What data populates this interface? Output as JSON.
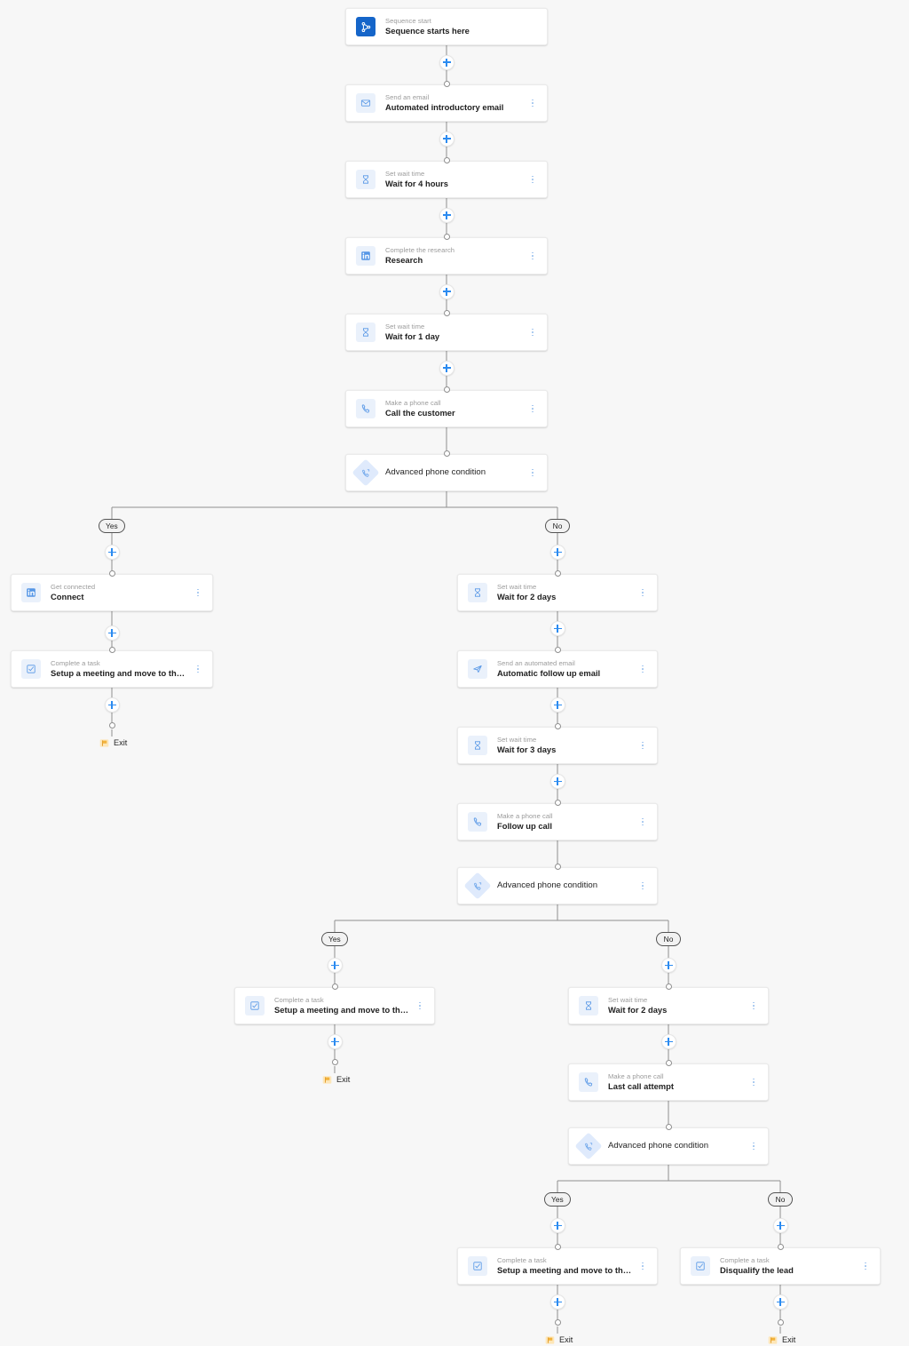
{
  "canvas": {
    "background": "#f7f7f7",
    "accent": "#2c8bf0",
    "start_tile": "#1565c9",
    "icon_tile": "#eaf1fb",
    "exit_flag": "#f2b33d",
    "edge_color": "#8f8f8f"
  },
  "nodes": [
    {
      "id": "n1",
      "kicker": "Sequence start",
      "title": "Sequence starts here",
      "icon": "sequence-start-icon",
      "kebab": false
    },
    {
      "id": "n2",
      "kicker": "Send an email",
      "title": "Automated introductory email",
      "icon": "envelope-icon",
      "kebab": true
    },
    {
      "id": "n3",
      "kicker": "Set wait time",
      "title": "Wait for 4 hours",
      "icon": "hourglass-icon",
      "kebab": true
    },
    {
      "id": "n4",
      "kicker": "Complete the research",
      "title": "Research",
      "icon": "linkedin-icon",
      "kebab": true
    },
    {
      "id": "n5",
      "kicker": "Set wait time",
      "title": "Wait for 1 day",
      "icon": "hourglass-icon",
      "kebab": true
    },
    {
      "id": "n6",
      "kicker": "Make a phone call",
      "title": "Call the customer",
      "icon": "phone-icon",
      "kebab": true
    },
    {
      "id": "n7",
      "kicker": "",
      "title": "Advanced phone condition",
      "icon": "phone-condition-icon",
      "kebab": true
    },
    {
      "id": "n8",
      "kicker": "Get connected",
      "title": "Connect",
      "icon": "linkedin-icon",
      "kebab": true
    },
    {
      "id": "n9",
      "kicker": "Complete a task",
      "title": "Setup a meeting and move to the next s…",
      "icon": "checkbox-task-icon",
      "kebab": true
    },
    {
      "id": "n10",
      "kicker": "Set wait time",
      "title": "Wait for 2 days",
      "icon": "hourglass-icon",
      "kebab": true
    },
    {
      "id": "n11",
      "kicker": "Send an automated email",
      "title": "Automatic follow up email",
      "icon": "paper-plane-icon",
      "kebab": true
    },
    {
      "id": "n12",
      "kicker": "Set wait time",
      "title": "Wait for 3 days",
      "icon": "hourglass-icon",
      "kebab": true
    },
    {
      "id": "n13",
      "kicker": "Make a phone call",
      "title": "Follow up call",
      "icon": "phone-icon",
      "kebab": true
    },
    {
      "id": "n14",
      "kicker": "",
      "title": "Advanced phone condition",
      "icon": "phone-condition-icon",
      "kebab": true
    },
    {
      "id": "n15",
      "kicker": "Complete a task",
      "title": "Setup a meeting and move to the next s…",
      "icon": "checkbox-task-icon",
      "kebab": true
    },
    {
      "id": "n16",
      "kicker": "Set wait time",
      "title": "Wait for 2 days",
      "icon": "hourglass-icon",
      "kebab": true
    },
    {
      "id": "n17",
      "kicker": "Make a phone call",
      "title": "Last call attempt",
      "icon": "phone-icon",
      "kebab": true
    },
    {
      "id": "n18",
      "kicker": "",
      "title": "Advanced phone condition",
      "icon": "phone-condition-icon",
      "kebab": true
    },
    {
      "id": "n19",
      "kicker": "Complete a task",
      "title": "Setup a meeting and move to the next s…",
      "icon": "checkbox-task-icon",
      "kebab": true
    },
    {
      "id": "n20",
      "kicker": "Complete a task",
      "title": "Disqualify the lead",
      "icon": "checkbox-task-icon",
      "kebab": true
    }
  ],
  "branches": [
    {
      "id": "b1",
      "yes_label": "Yes",
      "no_label": "No"
    },
    {
      "id": "b2",
      "yes_label": "Yes",
      "no_label": "No"
    },
    {
      "id": "b3",
      "yes_label": "Yes",
      "no_label": "No"
    }
  ],
  "exits": [
    {
      "id": "e1",
      "label": "Exit"
    },
    {
      "id": "e2",
      "label": "Exit"
    },
    {
      "id": "e3",
      "label": "Exit"
    },
    {
      "id": "e4",
      "label": "Exit"
    }
  ],
  "add_step_tooltip": "Add step"
}
